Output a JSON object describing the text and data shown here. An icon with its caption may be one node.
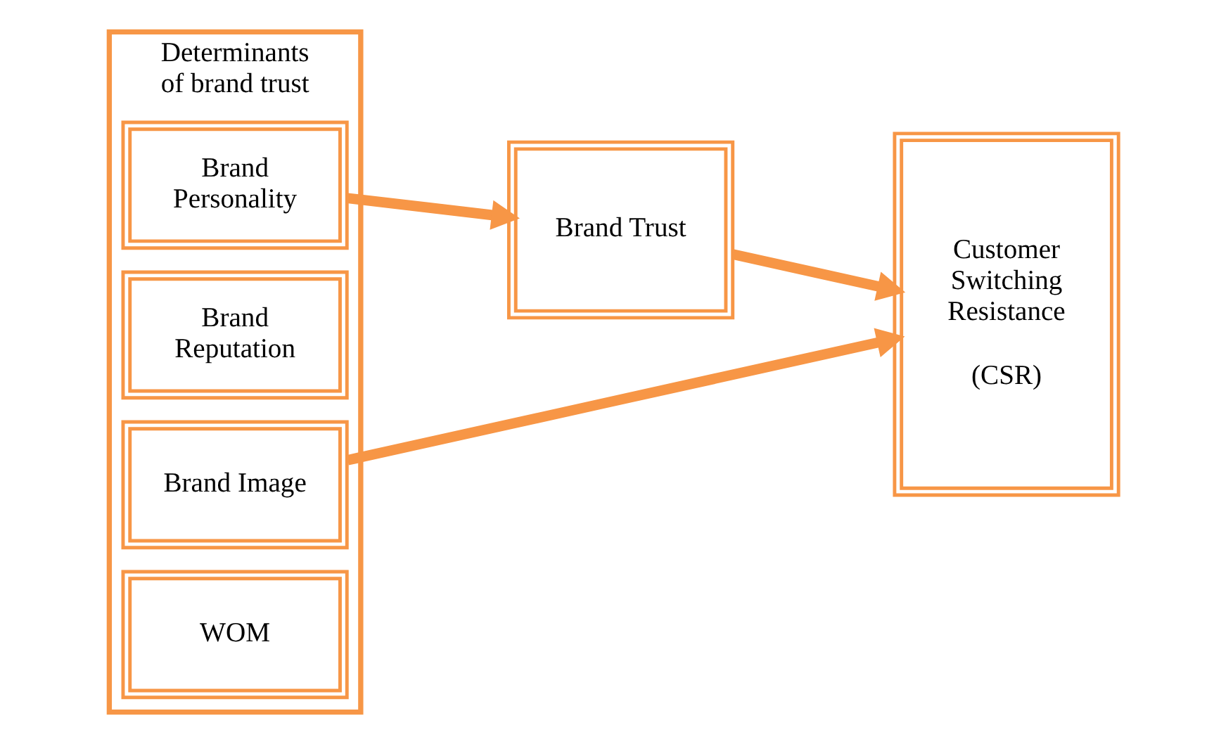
{
  "diagram": {
    "nodes": [
      {
        "text": [
          "Determinants of brand trust"
        ]
      },
      {
        "text": [
          "Brand Personality"
        ],
        "in": 0
      },
      {
        "text": [
          "Brand Reputation"
        ],
        "in": 0
      },
      {
        "text": [
          "Brand Image"
        ],
        "in": 0
      },
      {
        "text": [
          "WOM"
        ],
        "in": 0
      },
      {
        "text": [
          "Brand Trust"
        ]
      },
      {
        "text": [
          "Customer Switching Resistance",
          "(CSR)"
        ]
      }
    ],
    "edges": [
      {
        "from": 1,
        "to": 5,
        "arrow": "to"
      },
      {
        "from": 5,
        "to": 6,
        "arrow": "to"
      },
      {
        "from": 3,
        "to": 6,
        "arrow": "to"
      }
    ]
  }
}
